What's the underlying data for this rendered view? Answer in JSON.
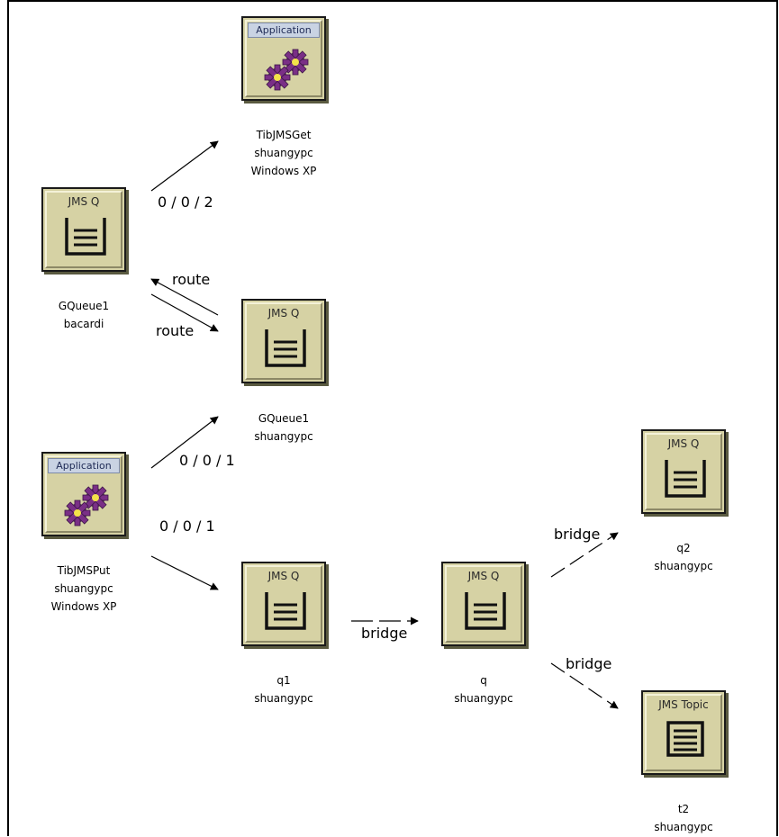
{
  "nodes": [
    {
      "id": "tibjmsget",
      "type": "Application",
      "lines": [
        "TibJMSGet",
        "shuangypc",
        "Windows XP"
      ]
    },
    {
      "id": "gqueue1-bacardi",
      "type": "JMS Q",
      "lines": [
        "GQueue1",
        "bacardi"
      ]
    },
    {
      "id": "gqueue1-shuangypc",
      "type": "JMS Q",
      "lines": [
        "GQueue1",
        "shuangypc"
      ]
    },
    {
      "id": "tibjmsput",
      "type": "Application",
      "lines": [
        "TibJMSPut",
        "shuangypc",
        "Windows XP"
      ]
    },
    {
      "id": "q1",
      "type": "JMS Q",
      "lines": [
        "q1",
        "shuangypc"
      ]
    },
    {
      "id": "q",
      "type": "JMS Q",
      "lines": [
        "q",
        "shuangypc"
      ]
    },
    {
      "id": "q2",
      "type": "JMS Q",
      "lines": [
        "q2",
        "shuangypc"
      ]
    },
    {
      "id": "t2",
      "type": "JMS Topic",
      "lines": [
        "t2",
        "shuangypc"
      ]
    }
  ],
  "edges": [
    {
      "id": "gq-bacardi-to-get",
      "label": "0 / 0 / 2",
      "style": "solid"
    },
    {
      "id": "route-back",
      "label": "route",
      "style": "solid"
    },
    {
      "id": "route-fwd",
      "label": "route",
      "style": "solid"
    },
    {
      "id": "put-to-gq",
      "label": "0 / 0 / 1",
      "style": "solid"
    },
    {
      "id": "put-to-q1",
      "label": "0 / 0 / 1",
      "style": "solid"
    },
    {
      "id": "q1-to-q",
      "label": "bridge",
      "style": "dashed"
    },
    {
      "id": "q-to-q2",
      "label": "bridge",
      "style": "dashed"
    },
    {
      "id": "q-to-t2",
      "label": "bridge",
      "style": "dashed"
    }
  ],
  "colors": {
    "icon_fill": "#d6d2a4",
    "gear": "#7a2f86",
    "app_banner": "#c9d3e3"
  }
}
